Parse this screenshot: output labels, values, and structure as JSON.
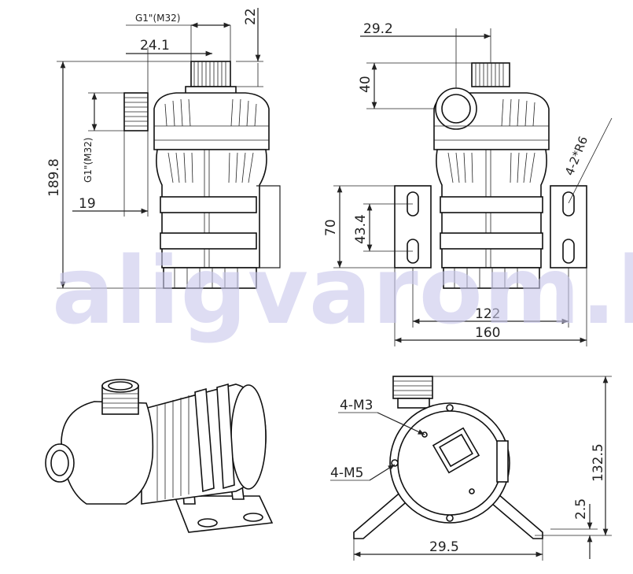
{
  "watermark": "aligvarom.hu",
  "front_view": {
    "thread_top": "G1\"(M32)",
    "thread_side": "G1\"(M32)",
    "d_24_1": "24.1",
    "d_22": "22",
    "d_189_8": "189.8",
    "d_19": "19"
  },
  "side_view": {
    "d_29_2": "29.2",
    "d_40": "40",
    "d_70": "70",
    "d_43_4": "43.4",
    "d_122": "122",
    "d_160": "160",
    "slot_label": "4-2*R6"
  },
  "end_view": {
    "m3_label": "4-M3",
    "m5_label": "4-M5",
    "d_132_5": "132.5",
    "d_2_5": "2.5",
    "d_29_5": "29.5"
  }
}
